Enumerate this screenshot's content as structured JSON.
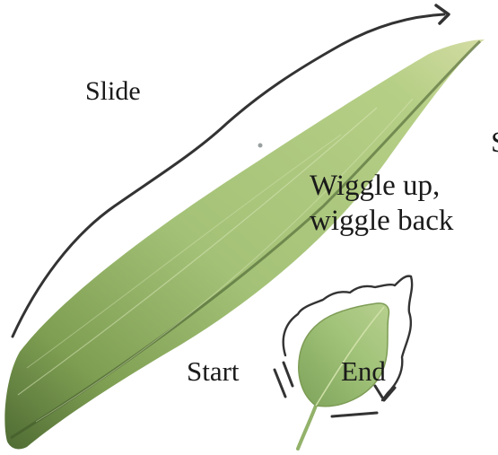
{
  "labels": {
    "slide": "Slide",
    "wiggle_line1": "Wiggle up,",
    "wiggle_line2": "wiggle back",
    "start": "Start",
    "end": "End",
    "clipped": "S"
  },
  "colors": {
    "leaf_light": "#a9c77c",
    "leaf_mid": "#8fb160",
    "leaf_dark": "#4f6b33",
    "stroke": "#333333",
    "text": "#1a1a1a"
  },
  "icons": [
    "long-leaf-illustration",
    "small-leaf-illustration",
    "slide-arrow",
    "wiggle-outline"
  ]
}
